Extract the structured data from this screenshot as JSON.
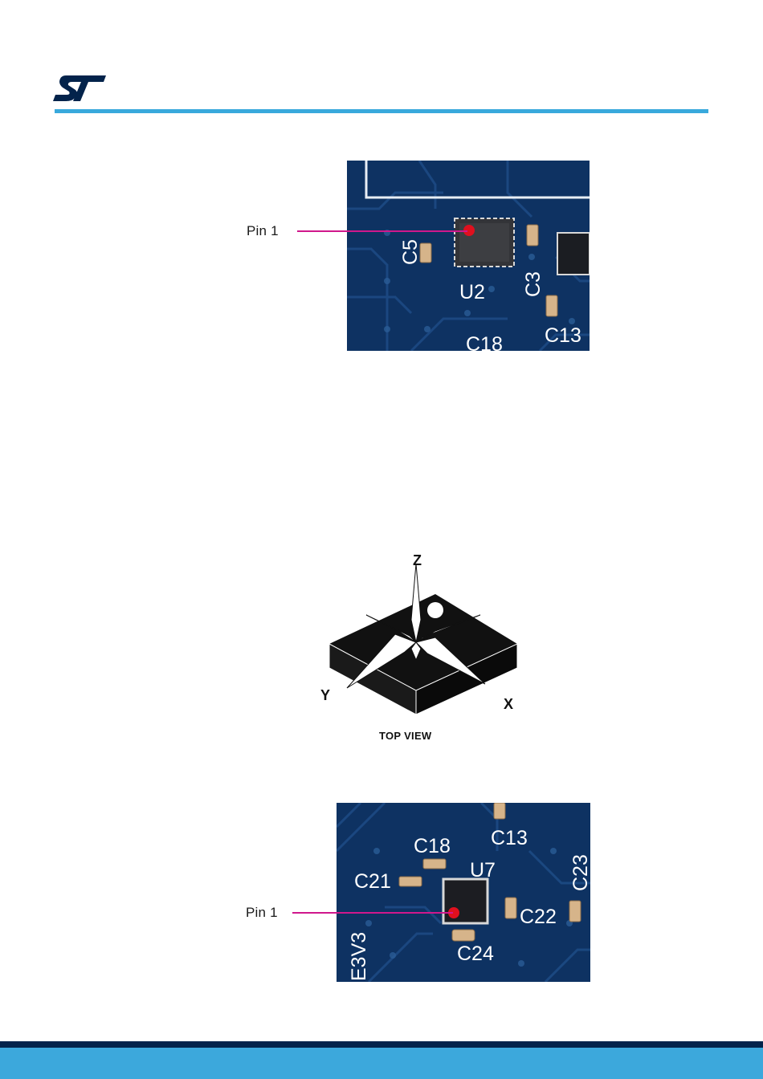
{
  "brand": {
    "logo_icon": "st-logo-icon",
    "accent_color": "#39a9dc",
    "footer_dark": "#03234b",
    "footer_light": "#3ca8dc"
  },
  "figure_top": {
    "callout": "Pin 1",
    "silkscreen": {
      "c5": "C5",
      "u2": "U2",
      "c3": "C3",
      "c13": "C13",
      "c18": "C18"
    }
  },
  "figure_axes": {
    "z": "Z",
    "y": "Y",
    "x": "X",
    "caption": "TOP VIEW"
  },
  "figure_bottom": {
    "callout": "Pin 1",
    "silkscreen": {
      "c13": "C13",
      "c18": "C18",
      "u7": "U7",
      "c21": "C21",
      "c22": "C22",
      "c23": "C23",
      "c24": "C24",
      "e3v3": "E3V3"
    }
  }
}
